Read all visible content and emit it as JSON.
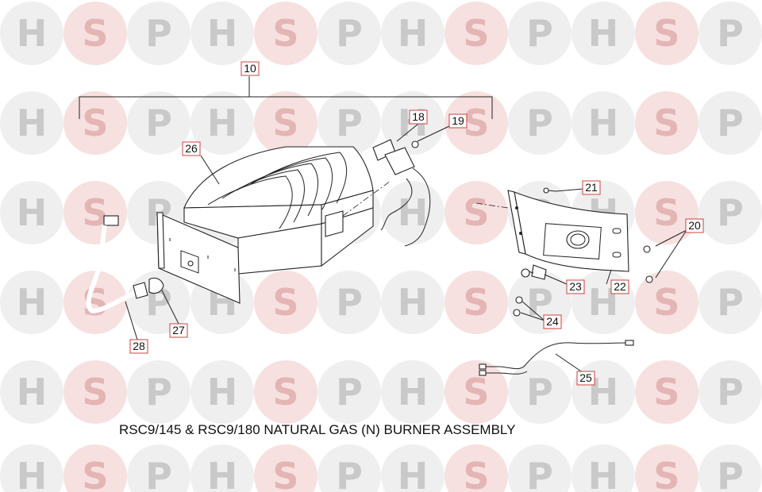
{
  "diagram": {
    "caption": "RSC9/145 & RSC9/180  NATURAL GAS (N) BURNER ASSEMBLY",
    "watermark": {
      "letters": [
        "H",
        "S",
        "P"
      ],
      "colors": {
        "circle": "#efefef",
        "circle_s": "#f7e0e0",
        "letter": "#c9c9c9",
        "letter_s": "#e4b5b5"
      }
    },
    "label_color": "#d04040",
    "labels": {
      "l10": "10",
      "l18": "18",
      "l19": "19",
      "l20": "20",
      "l21": "21",
      "l22": "22",
      "l23": "23",
      "l24": "24",
      "l25": "25",
      "l26": "26",
      "l27": "27",
      "l28": "28"
    }
  }
}
